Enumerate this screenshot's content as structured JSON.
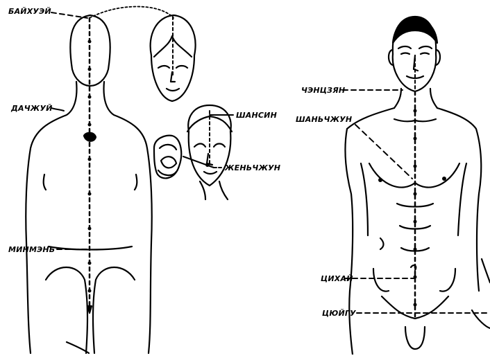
{
  "labels": {
    "baihuei": "БАЙХУЭЙ",
    "dazhui": "ДАЧЖУЙ",
    "minmen": "МИНМЭНЬ",
    "shangxing": "ШАНСИН",
    "renzhong": "ЖЕНЬЧЖУН",
    "chengjiang": "ЧЭНЦЗЯН",
    "shanzhong": "ШАНЬЧЖУН",
    "qihai": "ЦИХАЙ",
    "qugu": "ЦЮЙГУ"
  }
}
